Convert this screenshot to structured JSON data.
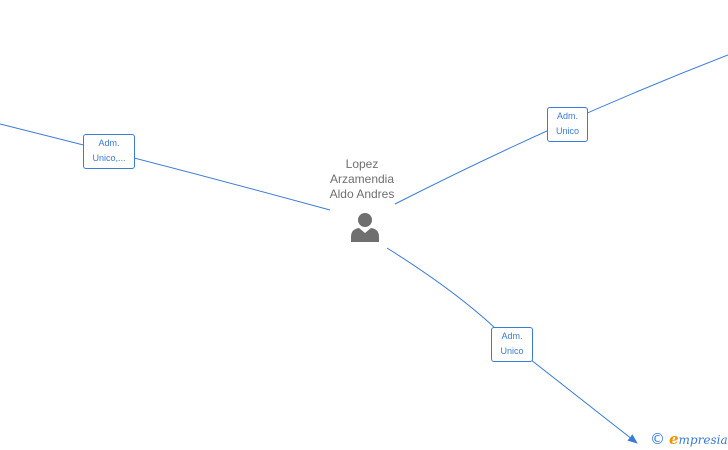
{
  "person": {
    "name_lines": [
      "Lopez",
      "Arzamendia",
      "Aldo Andres"
    ],
    "icon": "person-icon"
  },
  "relations": [
    {
      "id": "left",
      "role_lines": [
        "Adm.",
        "Unico,..."
      ]
    },
    {
      "id": "right",
      "role_lines": [
        "Adm.",
        "Unico"
      ]
    },
    {
      "id": "bottom",
      "role_lines": [
        "Adm.",
        "Unico"
      ]
    }
  ],
  "watermark": {
    "symbol": "©",
    "brand_initial": "e",
    "brand_rest": "mpresia"
  },
  "colors": {
    "edge": "#3a7bd5",
    "person_icon": "#6f6f6f",
    "person_text": "#6f6f6f",
    "brand_accent": "#f29400"
  }
}
